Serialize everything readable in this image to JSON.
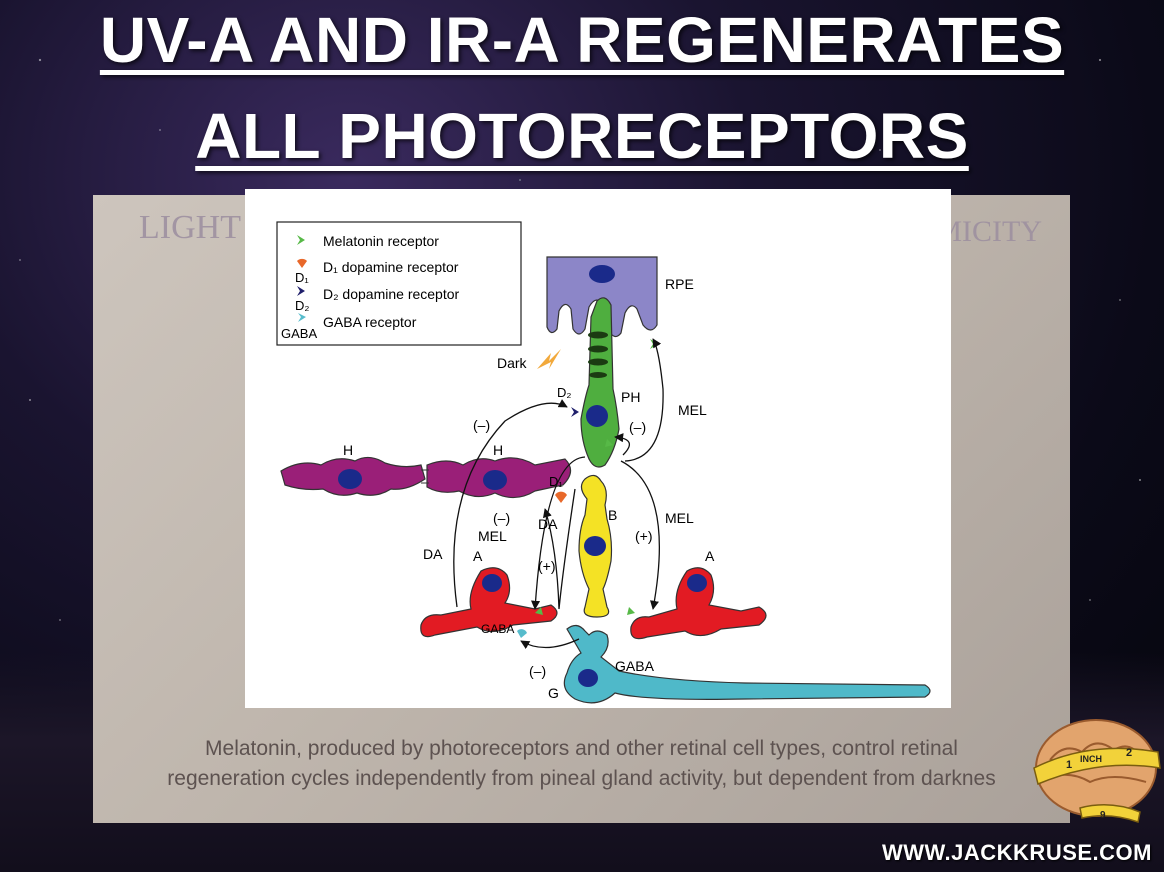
{
  "slide_title": {
    "line1": "UV-A AND IR-A REGENERATES",
    "line2": "ALL PHOTORECEPTORS"
  },
  "background_slide": {
    "faded_left": "LIGHT",
    "faded_right": "MICITY"
  },
  "legend": {
    "items": [
      {
        "label": "Melatonin receptor",
        "color": "#57b947"
      },
      {
        "label": "D₁ dopamine receptor",
        "sublabel": "D₁",
        "color": "#e8682a"
      },
      {
        "label": "D₂ dopamine receptor",
        "sublabel": "D₂",
        "color": "#1f1f6b"
      },
      {
        "label": "GABA receptor",
        "sublabel": "GABA",
        "color": "#57bccc"
      }
    ]
  },
  "cells": {
    "rpe": "RPE",
    "ph": "PH",
    "b": "B",
    "h_left": "H",
    "h_right": "H",
    "a_left": "A",
    "a_right": "A",
    "g": "G"
  },
  "labels": {
    "dark": "Dark",
    "d2": "D₂",
    "d1": "D₁",
    "mel_top": "MEL",
    "mel_mid": "MEL",
    "mel_left": "MEL",
    "minus_top_left": "(–)",
    "minus_top_right": "(–)",
    "minus_mid": "(–)",
    "minus_bottom": "(–)",
    "plus_left": "(+)",
    "plus_right": "(+)",
    "da_left": "DA",
    "da_mid": "DA",
    "gaba_a": "GABA",
    "gaba_g": "GABA"
  },
  "caption": {
    "line1": "Melatonin, produced by photoreceptors and other retinal cell types, control retinal",
    "line2": "regeneration cycles independently from pineal gland activity, but dependent from darknes"
  },
  "website": "WWW.JACKKRUSE.COM",
  "mascot": {
    "tape_text": "INCH",
    "numbers": [
      "1",
      "2",
      "9"
    ]
  },
  "colors": {
    "rpe": "#8c86c8",
    "photoreceptor": "#4fae3f",
    "bipolar": "#f4e225",
    "horizontal": "#9a1f78",
    "amacrine": "#e21b23",
    "ganglion": "#4fb9c9",
    "nucleus": "#1a2a8a"
  }
}
